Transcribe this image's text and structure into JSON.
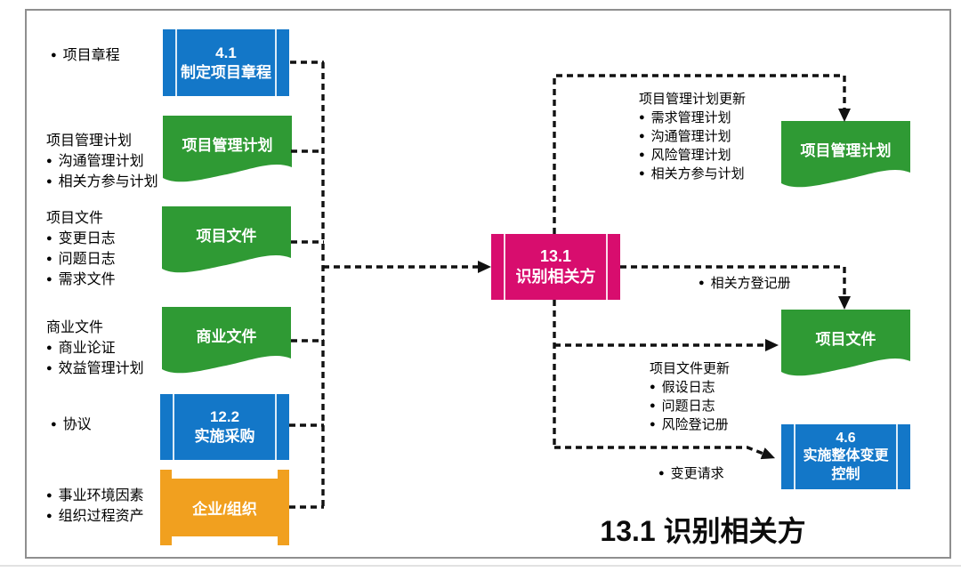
{
  "title": "13.1 识别相关方",
  "center": {
    "code": "13.1",
    "name": "识别相关方"
  },
  "left_labels": [
    {
      "heading": "",
      "items": [
        "项目章程"
      ]
    },
    {
      "heading": "项目管理计划",
      "items": [
        "沟通管理计划",
        "相关方参与计划"
      ]
    },
    {
      "heading": "项目文件",
      "items": [
        "变更日志",
        "问题日志",
        "需求文件"
      ]
    },
    {
      "heading": "商业文件",
      "items": [
        "商业论证",
        "效益管理计划"
      ]
    },
    {
      "heading": "",
      "items": [
        "协议"
      ]
    },
    {
      "heading": "",
      "items": [
        "事业环境因素",
        "组织过程资产"
      ]
    }
  ],
  "left_shapes": [
    {
      "type": "process",
      "code": "4.1",
      "name": "制定项目章程"
    },
    {
      "type": "document",
      "name": "项目管理计划"
    },
    {
      "type": "document",
      "name": "项目文件"
    },
    {
      "type": "document",
      "name": "商业文件"
    },
    {
      "type": "process",
      "code": "12.2",
      "name": "实施采购"
    },
    {
      "type": "org",
      "name": "企业/组织"
    }
  ],
  "right_labels": [
    {
      "heading": "项目管理计划更新",
      "items": [
        "需求管理计划",
        "沟通管理计划",
        "风险管理计划",
        "相关方参与计划"
      ]
    },
    {
      "heading": "",
      "items": [
        "相关方登记册"
      ]
    },
    {
      "heading": "项目文件更新",
      "items": [
        "假设日志",
        "问题日志",
        "风险登记册"
      ]
    },
    {
      "heading": "",
      "items": [
        "变更请求"
      ]
    }
  ],
  "right_shapes": [
    {
      "type": "document",
      "name": "项目管理计划"
    },
    {
      "type": "document",
      "name": "项目文件"
    },
    {
      "type": "process",
      "code": "4.6",
      "name": "实施整体变更\n控制"
    }
  ],
  "colors": {
    "process_blue": "#1377c8",
    "document_green": "#2f9a34",
    "center_magenta": "#d80d6e",
    "org_orange": "#f1a01f",
    "line_black": "#111111"
  }
}
